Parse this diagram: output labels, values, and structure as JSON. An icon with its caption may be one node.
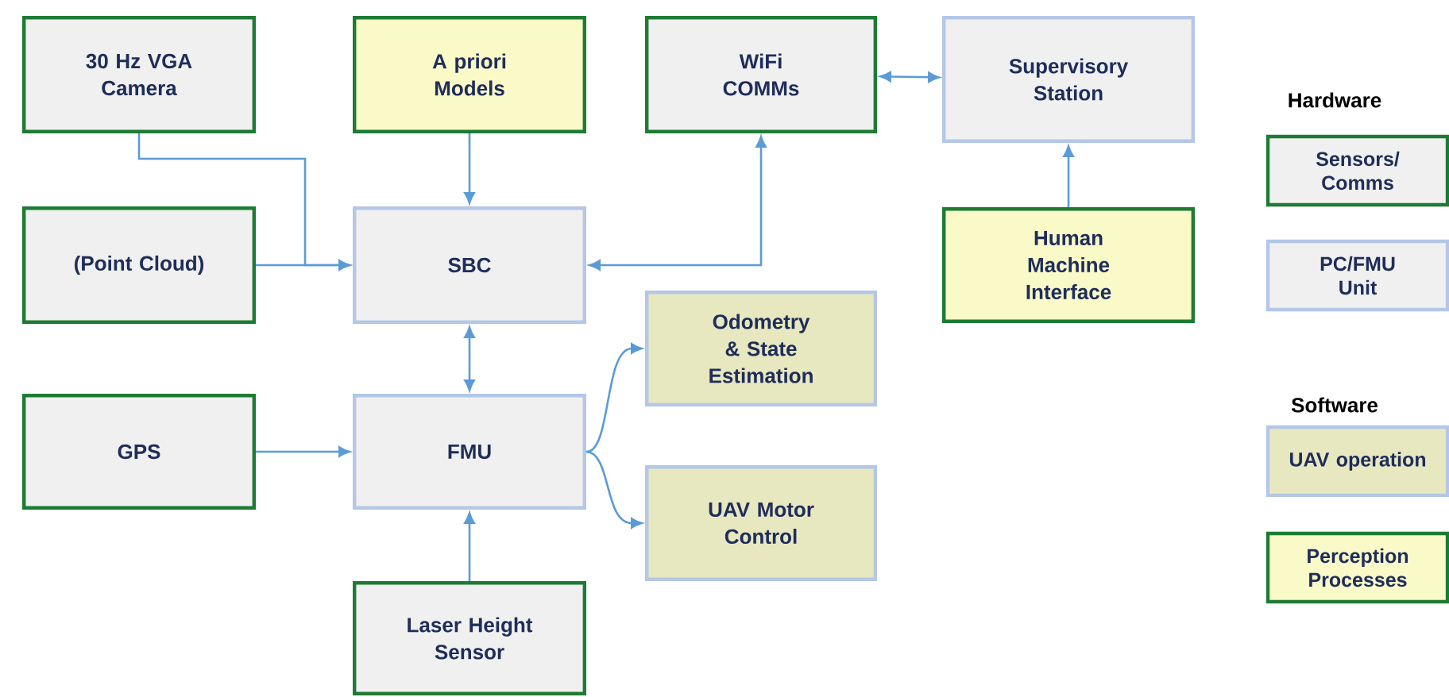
{
  "diagram": {
    "nodes": [
      {
        "text": [
          "30 Hz VGA Camera"
        ]
      },
      {
        "text": [
          "(Point Cloud)"
        ]
      },
      {
        "text": [
          "A priori Models"
        ]
      },
      {
        "text": [
          "SBC"
        ]
      },
      {
        "text": [
          "WiFi COMMs"
        ]
      },
      {
        "text": [
          "Supervisory Station"
        ]
      },
      {
        "text": [
          "Human Machine Interface"
        ]
      },
      {
        "text": [
          "Odometry & State Estimation"
        ]
      },
      {
        "text": [
          "GPS"
        ]
      },
      {
        "text": [
          "FMU"
        ]
      },
      {
        "text": [
          "UAV Motor Control"
        ]
      },
      {
        "text": [
          "Laser Height Sensor"
        ]
      }
    ],
    "edges": [
      {
        "from": 0,
        "to": 3,
        "arrow": "to"
      },
      {
        "from": 1,
        "to": 3,
        "arrow": "to"
      },
      {
        "from": 2,
        "to": 3,
        "arrow": "to"
      },
      {
        "from": 3,
        "to": 4,
        "arrow": "both"
      },
      {
        "from": 4,
        "to": 5,
        "arrow": "both"
      },
      {
        "from": 6,
        "to": 5,
        "arrow": "to"
      },
      {
        "from": 3,
        "to": 9,
        "arrow": "both"
      },
      {
        "from": 8,
        "to": 9,
        "arrow": "to"
      },
      {
        "from": 11,
        "to": 9,
        "arrow": "to"
      },
      {
        "from": 9,
        "to": 7,
        "arrow": "to"
      },
      {
        "from": 9,
        "to": 10,
        "arrow": "to"
      }
    ],
    "labels": [
      "Hardware",
      "Software"
    ],
    "legend": [
      {
        "text": "Sensors/ Comms",
        "color": "#f0f0f0"
      },
      {
        "text": "PC/FMU Unit",
        "color": "#f0f0f0"
      },
      {
        "text": "UAV operation",
        "color": "#e8e8c0"
      },
      {
        "text": "Perception Processes",
        "color": "#fafac8"
      }
    ]
  }
}
